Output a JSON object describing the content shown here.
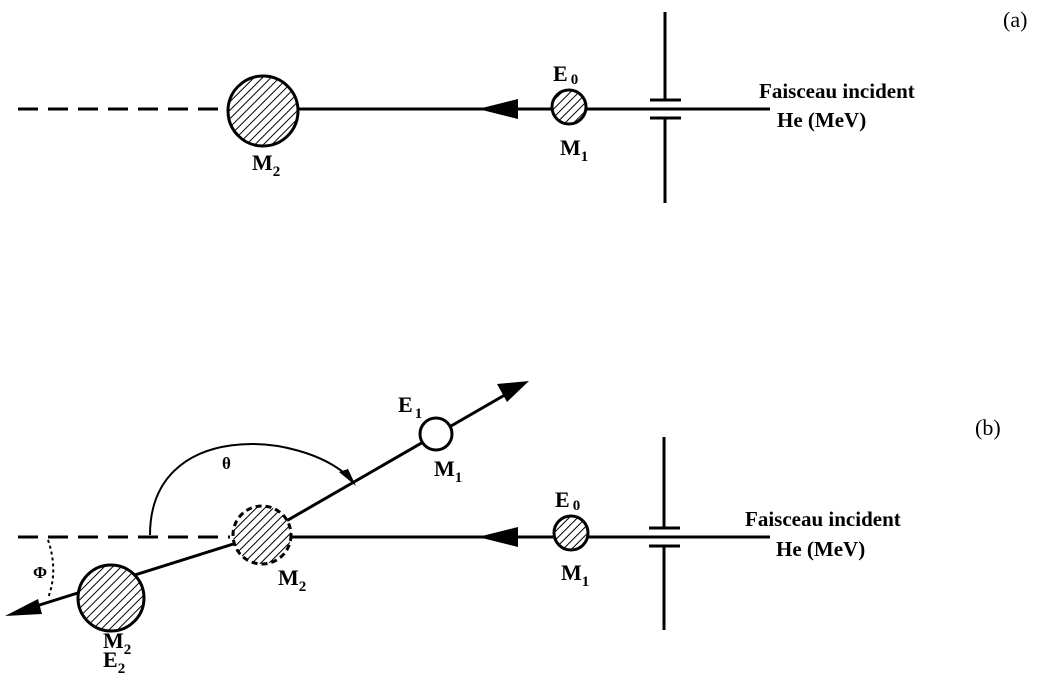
{
  "panel_a": {
    "label": "(a)",
    "beam_line1": "Faisceau incident",
    "beam_line2": "He (MeV)",
    "projectile": {
      "name": "M",
      "sub": "1",
      "energy": "E",
      "energy_sub": "0"
    },
    "target": {
      "name": "M",
      "sub": "2"
    }
  },
  "panel_b": {
    "label": "(b)",
    "beam_line1": "Faisceau incident",
    "beam_line2": "He (MeV)",
    "incoming": {
      "name": "M",
      "sub": "1",
      "energy": "E",
      "energy_sub": "0"
    },
    "scattered": {
      "name": "M",
      "sub": "1",
      "energy": "E",
      "energy_sub": "1"
    },
    "target_initial": {
      "name": "M",
      "sub": "2"
    },
    "recoil": {
      "name": "M",
      "sub": "2",
      "energy": "E",
      "energy_sub": "2"
    },
    "scatter_angle": "θ",
    "recoil_angle": "Φ"
  }
}
